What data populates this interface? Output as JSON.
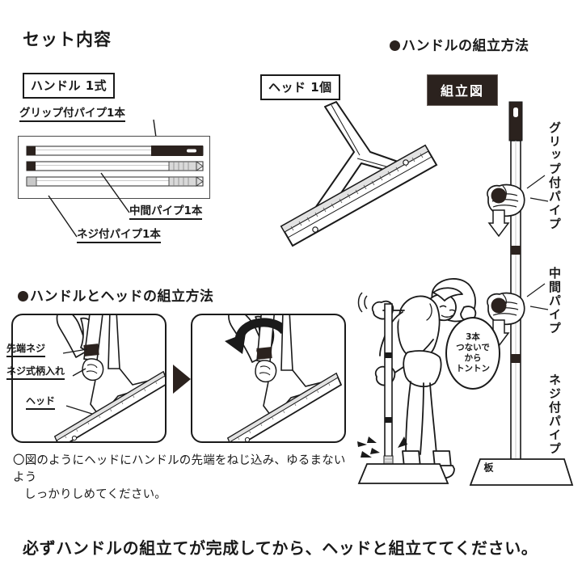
{
  "page": {
    "title": "セット内容",
    "background": "#ffffff",
    "ink": "#1a1a1a",
    "dark": "#2b221e"
  },
  "parts_section": {
    "handle_box_label": "ハンドル 1式",
    "head_box_label": "ヘッド 1個",
    "callouts": {
      "grip_pipe": "グリップ付パイプ1本",
      "middle_pipe": "中間パイプ1本",
      "screw_pipe": "ネジ付パイプ1本"
    }
  },
  "handle_assembly": {
    "heading": "ハンドルの組立方法",
    "badge": "組立図",
    "labels": {
      "grip_pipe": "グリップ付パイプ",
      "middle_pipe": "中間パイプ",
      "screw_pipe": "ネジ付パイプ",
      "board": "板"
    },
    "speech_bubble": {
      "line1": "3本",
      "line2": "つないで",
      "line3": "から",
      "line4": "トントン"
    }
  },
  "head_assembly": {
    "heading": "ハンドルとヘッドの組立方法",
    "labels": {
      "tip_screw": "先端ネジ",
      "screw_socket": "ネジ式柄入れ",
      "head": "ヘッド"
    },
    "caption_line1": "〇図のようにヘッドにハンドルの先端をねじ込み、ゆるまないよう",
    "caption_line2": "しっかりしめてください。"
  },
  "footer": {
    "notice": "必ずハンドルの組立てが完成してから、ヘッドと組立ててください。"
  },
  "icons": {
    "down_arrow": "down-arrow-icon",
    "right_triangle": "right-triangle-icon",
    "rotate_arrow": "rotate-arrow-icon",
    "dot_marker": "dot-marker-icon"
  }
}
